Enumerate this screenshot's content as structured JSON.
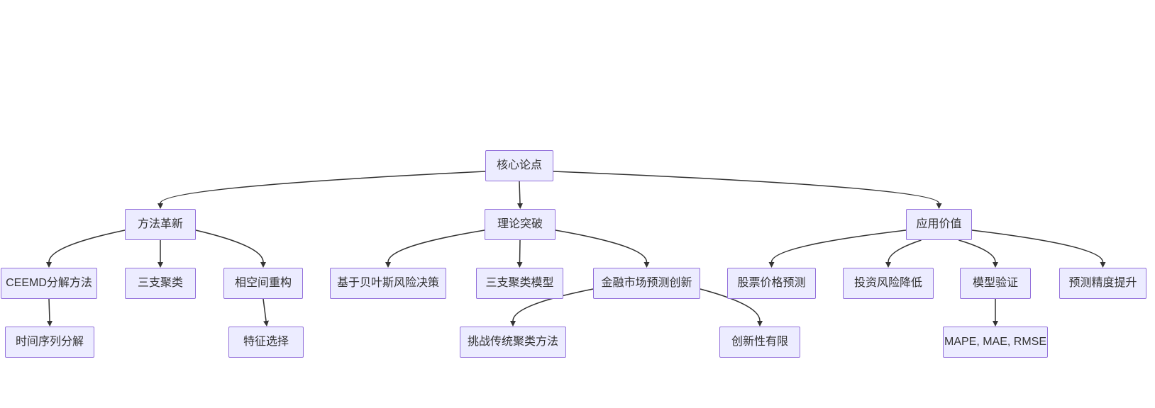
{
  "diagram": {
    "type": "flowchart-top-down",
    "nodes": [
      {
        "id": "root",
        "label": "核心论点"
      },
      {
        "id": "method",
        "label": "方法革新"
      },
      {
        "id": "theory",
        "label": "理论突破"
      },
      {
        "id": "application",
        "label": "应用价值"
      },
      {
        "id": "ceemd",
        "label": "CEEMD分解方法"
      },
      {
        "id": "three-way-clustering",
        "label": "三支聚类"
      },
      {
        "id": "phase-space",
        "label": "相空间重构"
      },
      {
        "id": "bayes-risk",
        "label": "基于贝叶斯风险决策"
      },
      {
        "id": "three-way-model",
        "label": "三支聚类模型"
      },
      {
        "id": "market-innovation",
        "label": "金融市场预测创新"
      },
      {
        "id": "stock-prediction",
        "label": "股票价格预测"
      },
      {
        "id": "risk-reduction",
        "label": "投资风险降低"
      },
      {
        "id": "model-validation",
        "label": "模型验证"
      },
      {
        "id": "accuracy-improvement",
        "label": "预测精度提升"
      },
      {
        "id": "time-series-decomp",
        "label": "时间序列分解"
      },
      {
        "id": "feature-selection",
        "label": "特征选择"
      },
      {
        "id": "challenge-clustering",
        "label": "挑战传统聚类方法"
      },
      {
        "id": "limited-innovation",
        "label": "创新性有限"
      },
      {
        "id": "metrics",
        "label": "MAPE, MAE, RMSE"
      }
    ],
    "edges": [
      {
        "from": "root",
        "to": "method"
      },
      {
        "from": "root",
        "to": "theory"
      },
      {
        "from": "root",
        "to": "application"
      },
      {
        "from": "method",
        "to": "ceemd"
      },
      {
        "from": "method",
        "to": "three-way-clustering"
      },
      {
        "from": "method",
        "to": "phase-space"
      },
      {
        "from": "theory",
        "to": "bayes-risk"
      },
      {
        "from": "theory",
        "to": "three-way-model"
      },
      {
        "from": "theory",
        "to": "market-innovation"
      },
      {
        "from": "application",
        "to": "stock-prediction"
      },
      {
        "from": "application",
        "to": "risk-reduction"
      },
      {
        "from": "application",
        "to": "model-validation"
      },
      {
        "from": "application",
        "to": "accuracy-improvement"
      },
      {
        "from": "ceemd",
        "to": "time-series-decomp"
      },
      {
        "from": "phase-space",
        "to": "feature-selection"
      },
      {
        "from": "market-innovation",
        "to": "challenge-clustering"
      },
      {
        "from": "market-innovation",
        "to": "limited-innovation"
      },
      {
        "from": "model-validation",
        "to": "metrics"
      }
    ]
  },
  "colors": {
    "background": "#ffffff",
    "node_fill": "#ECECFF",
    "node_border": "#9370DB",
    "node_text": "#333333",
    "edge": "#333333"
  }
}
